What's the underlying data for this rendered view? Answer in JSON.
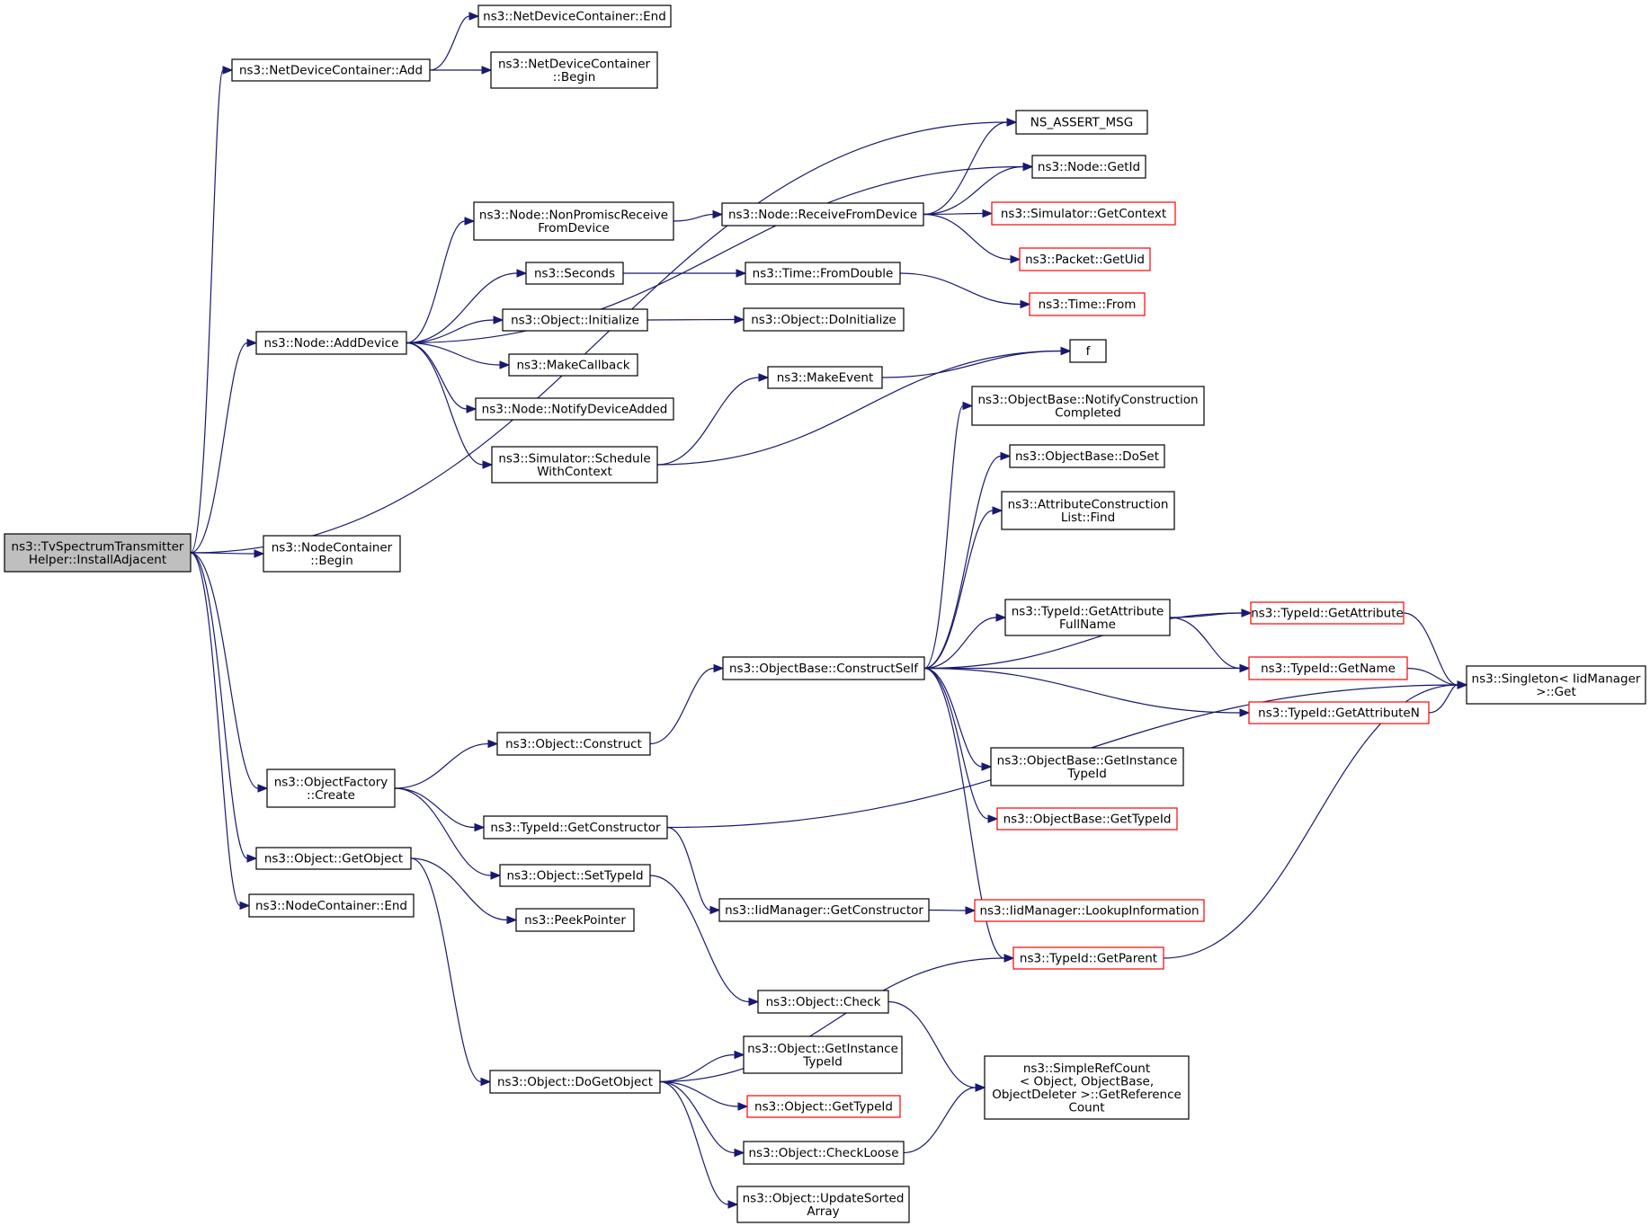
{
  "nodes": [
    {
      "id": "root",
      "lines": [
        "ns3::TvSpectrumTransmitter",
        "Helper::InstallAdjacent"
      ],
      "style": "root"
    },
    {
      "id": "ndc_add",
      "lines": [
        "ns3::NetDeviceContainer::Add"
      ]
    },
    {
      "id": "ndc_end",
      "lines": [
        "ns3::NetDeviceContainer::End"
      ]
    },
    {
      "id": "ndc_begin",
      "lines": [
        "ns3::NetDeviceContainer",
        "::Begin"
      ]
    },
    {
      "id": "assert",
      "lines": [
        "NS_ASSERT_MSG"
      ]
    },
    {
      "id": "node_getid",
      "lines": [
        "ns3::Node::GetId"
      ]
    },
    {
      "id": "node_npr",
      "lines": [
        "ns3::Node::NonPromiscReceive",
        "FromDevice"
      ]
    },
    {
      "id": "node_rfd",
      "lines": [
        "ns3::Node::ReceiveFromDevice"
      ]
    },
    {
      "id": "sim_getctx",
      "lines": [
        "ns3::Simulator::GetContext"
      ],
      "style": "red"
    },
    {
      "id": "pkt_getuid",
      "lines": [
        "ns3::Packet::GetUid"
      ],
      "style": "red"
    },
    {
      "id": "seconds",
      "lines": [
        "ns3::Seconds"
      ]
    },
    {
      "id": "time_fd",
      "lines": [
        "ns3::Time::FromDouble"
      ]
    },
    {
      "id": "time_from",
      "lines": [
        "ns3::Time::From"
      ],
      "style": "red"
    },
    {
      "id": "node_adddev",
      "lines": [
        "ns3::Node::AddDevice"
      ]
    },
    {
      "id": "obj_init",
      "lines": [
        "ns3::Object::Initialize"
      ]
    },
    {
      "id": "obj_doinit",
      "lines": [
        "ns3::Object::DoInitialize"
      ]
    },
    {
      "id": "f",
      "lines": [
        "f"
      ]
    },
    {
      "id": "makecb",
      "lines": [
        "ns3::MakeCallback"
      ]
    },
    {
      "id": "makeevent",
      "lines": [
        "ns3::MakeEvent"
      ]
    },
    {
      "id": "node_nda",
      "lines": [
        "ns3::Node::NotifyDeviceAdded"
      ]
    },
    {
      "id": "sim_swc",
      "lines": [
        "ns3::Simulator::Schedule",
        "WithContext"
      ]
    },
    {
      "id": "ob_ncc",
      "lines": [
        "ns3::ObjectBase::NotifyConstruction",
        "Completed"
      ]
    },
    {
      "id": "ob_doset",
      "lines": [
        "ns3::ObjectBase::DoSet"
      ]
    },
    {
      "id": "acl_find",
      "lines": [
        "ns3::AttributeConstruction",
        "List::Find"
      ]
    },
    {
      "id": "nc_begin",
      "lines": [
        "ns3::NodeContainer",
        "::Begin"
      ]
    },
    {
      "id": "tid_gafn",
      "lines": [
        "ns3::TypeId::GetAttribute",
        "FullName"
      ]
    },
    {
      "id": "tid_ga",
      "lines": [
        "ns3::TypeId::GetAttribute"
      ],
      "style": "red"
    },
    {
      "id": "ob_cs",
      "lines": [
        "ns3::ObjectBase::ConstructSelf"
      ]
    },
    {
      "id": "tid_gn",
      "lines": [
        "ns3::TypeId::GetName"
      ],
      "style": "red"
    },
    {
      "id": "singleton",
      "lines": [
        "ns3::Singleton< IidManager",
        ">::Get"
      ]
    },
    {
      "id": "tid_gan",
      "lines": [
        "ns3::TypeId::GetAttributeN"
      ],
      "style": "red"
    },
    {
      "id": "obj_construct",
      "lines": [
        "ns3::Object::Construct"
      ]
    },
    {
      "id": "ob_giti",
      "lines": [
        "ns3::ObjectBase::GetInstance",
        "TypeId"
      ]
    },
    {
      "id": "of_create",
      "lines": [
        "ns3::ObjectFactory",
        "::Create"
      ]
    },
    {
      "id": "ob_gtid",
      "lines": [
        "ns3::ObjectBase::GetTypeId"
      ],
      "style": "red"
    },
    {
      "id": "tid_gc",
      "lines": [
        "ns3::TypeId::GetConstructor"
      ]
    },
    {
      "id": "obj_getobj",
      "lines": [
        "ns3::Object::GetObject"
      ]
    },
    {
      "id": "obj_settid",
      "lines": [
        "ns3::Object::SetTypeId"
      ]
    },
    {
      "id": "nc_end",
      "lines": [
        "ns3::NodeContainer::End"
      ]
    },
    {
      "id": "iid_gc",
      "lines": [
        "ns3::IidManager::GetConstructor"
      ]
    },
    {
      "id": "iid_li",
      "lines": [
        "ns3::IidManager::LookupInformation"
      ],
      "style": "red"
    },
    {
      "id": "peek",
      "lines": [
        "ns3::PeekPointer"
      ]
    },
    {
      "id": "tid_gp",
      "lines": [
        "ns3::TypeId::GetParent"
      ],
      "style": "red"
    },
    {
      "id": "obj_check",
      "lines": [
        "ns3::Object::Check"
      ]
    },
    {
      "id": "obj_giti",
      "lines": [
        "ns3::Object::GetInstance",
        "TypeId"
      ]
    },
    {
      "id": "src",
      "lines": [
        "ns3::SimpleRefCount",
        "< Object, ObjectBase,",
        "ObjectDeleter >::GetReference",
        "Count"
      ]
    },
    {
      "id": "obj_dgo",
      "lines": [
        "ns3::Object::DoGetObject"
      ]
    },
    {
      "id": "obj_gtid",
      "lines": [
        "ns3::Object::GetTypeId"
      ],
      "style": "red"
    },
    {
      "id": "obj_cl",
      "lines": [
        "ns3::Object::CheckLoose"
      ]
    },
    {
      "id": "obj_usa",
      "lines": [
        "ns3::Object::UpdateSorted",
        "Array"
      ]
    }
  ],
  "edges": [
    {
      "from": "root",
      "to": "ndc_add"
    },
    {
      "from": "root",
      "to": "assert"
    },
    {
      "from": "root",
      "to": "node_adddev"
    },
    {
      "from": "root",
      "to": "nc_begin"
    },
    {
      "from": "root",
      "to": "of_create"
    },
    {
      "from": "root",
      "to": "obj_getobj"
    },
    {
      "from": "root",
      "to": "nc_end"
    },
    {
      "from": "ndc_add",
      "to": "ndc_end"
    },
    {
      "from": "ndc_add",
      "to": "ndc_begin"
    },
    {
      "from": "node_adddev",
      "to": "node_getid"
    },
    {
      "from": "node_adddev",
      "to": "node_npr"
    },
    {
      "from": "node_adddev",
      "to": "seconds"
    },
    {
      "from": "node_adddev",
      "to": "obj_init"
    },
    {
      "from": "node_adddev",
      "to": "makecb"
    },
    {
      "from": "node_adddev",
      "to": "node_nda"
    },
    {
      "from": "node_adddev",
      "to": "sim_swc"
    },
    {
      "from": "node_npr",
      "to": "node_rfd"
    },
    {
      "from": "node_rfd",
      "to": "assert"
    },
    {
      "from": "node_rfd",
      "to": "node_getid"
    },
    {
      "from": "node_rfd",
      "to": "sim_getctx"
    },
    {
      "from": "node_rfd",
      "to": "pkt_getuid"
    },
    {
      "from": "seconds",
      "to": "time_fd"
    },
    {
      "from": "time_fd",
      "to": "time_from"
    },
    {
      "from": "obj_init",
      "to": "obj_doinit"
    },
    {
      "from": "sim_swc",
      "to": "makeevent"
    },
    {
      "from": "sim_swc",
      "to": "f"
    },
    {
      "from": "makeevent",
      "to": "f"
    },
    {
      "from": "of_create",
      "to": "obj_construct"
    },
    {
      "from": "of_create",
      "to": "tid_gc"
    },
    {
      "from": "of_create",
      "to": "obj_settid"
    },
    {
      "from": "obj_construct",
      "to": "ob_cs"
    },
    {
      "from": "ob_cs",
      "to": "ob_ncc"
    },
    {
      "from": "ob_cs",
      "to": "ob_doset"
    },
    {
      "from": "ob_cs",
      "to": "acl_find"
    },
    {
      "from": "ob_cs",
      "to": "tid_ga"
    },
    {
      "from": "ob_cs",
      "to": "tid_gafn"
    },
    {
      "from": "ob_cs",
      "to": "tid_gn"
    },
    {
      "from": "ob_cs",
      "to": "tid_gan"
    },
    {
      "from": "ob_cs",
      "to": "ob_giti"
    },
    {
      "from": "ob_cs",
      "to": "ob_gtid"
    },
    {
      "from": "ob_cs",
      "to": "tid_gp"
    },
    {
      "from": "tid_gafn",
      "to": "tid_ga"
    },
    {
      "from": "tid_gafn",
      "to": "tid_gn"
    },
    {
      "from": "tid_ga",
      "to": "singleton"
    },
    {
      "from": "tid_gn",
      "to": "singleton"
    },
    {
      "from": "tid_gan",
      "to": "singleton"
    },
    {
      "from": "tid_gc",
      "to": "singleton"
    },
    {
      "from": "tid_gc",
      "to": "iid_gc"
    },
    {
      "from": "iid_gc",
      "to": "iid_li"
    },
    {
      "from": "obj_settid",
      "to": "obj_check"
    },
    {
      "from": "obj_getobj",
      "to": "peek"
    },
    {
      "from": "obj_getobj",
      "to": "obj_dgo"
    },
    {
      "from": "obj_dgo",
      "to": "tid_gp"
    },
    {
      "from": "obj_dgo",
      "to": "obj_giti"
    },
    {
      "from": "obj_dgo",
      "to": "obj_gtid"
    },
    {
      "from": "obj_dgo",
      "to": "obj_cl"
    },
    {
      "from": "obj_dgo",
      "to": "obj_usa"
    },
    {
      "from": "tid_gp",
      "to": "singleton"
    },
    {
      "from": "obj_check",
      "to": "src"
    },
    {
      "from": "obj_cl",
      "to": "src"
    }
  ]
}
